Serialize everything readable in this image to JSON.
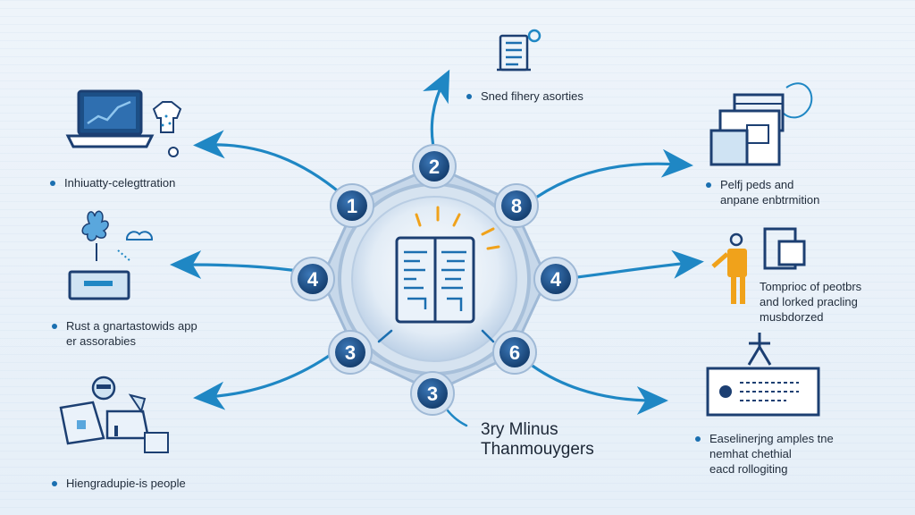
{
  "nodes": [
    {
      "id": "n2",
      "label": "2"
    },
    {
      "id": "n8",
      "label": "8"
    },
    {
      "id": "n4r",
      "label": "4"
    },
    {
      "id": "n6",
      "label": "6"
    },
    {
      "id": "n3b",
      "label": "3"
    },
    {
      "id": "n3l",
      "label": "3"
    },
    {
      "id": "n4l",
      "label": "4"
    },
    {
      "id": "n1",
      "label": "1"
    }
  ],
  "labels": {
    "top": "Sned fihery asorties",
    "left_top": "Inhiuatty-celegttration",
    "left_mid_1": "Rust a gnartastowids app",
    "left_mid_2": "er assorabies",
    "left_bottom": "Hiengradupie-is people",
    "right_top_1": "Pelfj peds and",
    "right_top_2": "anpane enbtrmition",
    "right_mid_1": "Tomprioc of peotbrs",
    "right_mid_2": "and lorked pracling",
    "right_mid_3": "musbdorzed",
    "right_bottom_1": "Easelinerjng amples tne",
    "right_bottom_2": "nemhat chethial",
    "right_bottom_3": "eacd rollogiting",
    "center_1": "3ry Mlinus",
    "center_2": "Thanmouygers"
  },
  "colors": {
    "arrow": "#1f87c4",
    "node_fill": "#1d4f86",
    "node_ring": "#a9c4e0",
    "hub": "#c9d9eb",
    "accent_orange": "#f0a21b",
    "dark_blue": "#1c3f72"
  },
  "icons": [
    "laptop-chart-icon",
    "sweater-icon",
    "plant-cloud-icon",
    "people-documents-icon",
    "document-stack-icon",
    "window-screens-icon",
    "person-standing-icon",
    "signboard-icon",
    "open-book-icon"
  ]
}
